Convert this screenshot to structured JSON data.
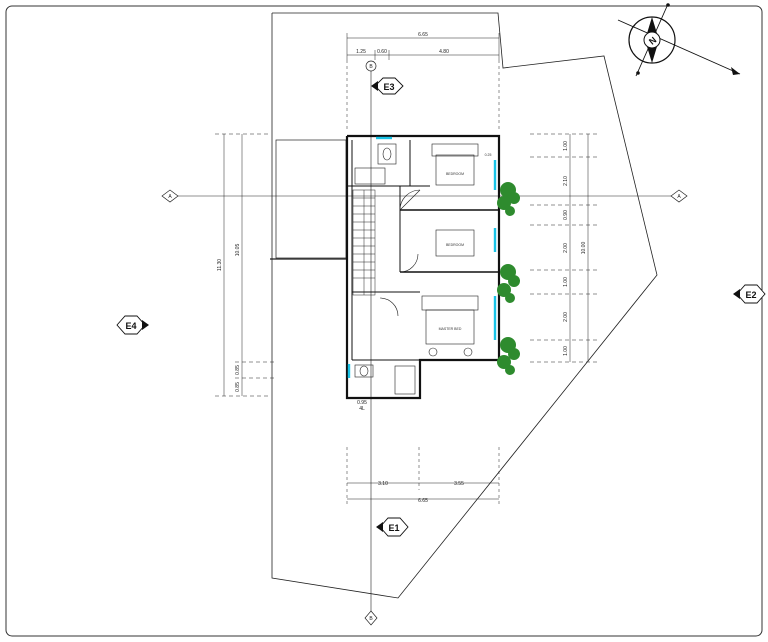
{
  "drawing": {
    "elevation_tags": {
      "e1": "E1",
      "e2": "E2",
      "e3": "E3",
      "e4": "E4"
    },
    "axis_labels": {
      "a_left": "A",
      "a_right": "A",
      "b_top": "B",
      "b_bottom": "B"
    },
    "compass_letter": "N",
    "top_dims": {
      "overall": "6.65",
      "seg1": "1.25",
      "seg2": "0.60",
      "seg3": "4.80"
    },
    "bottom_dims": {
      "seg1": "3.10",
      "seg2": "3.55",
      "overall": "6.65"
    },
    "left_dims": {
      "overall": "11.30",
      "inner": "10.05",
      "a": "0.85",
      "b": "0.85"
    },
    "right_dims": {
      "overall": "10.00",
      "d1": "1.00",
      "d2": "2.10",
      "d3": "0.90",
      "d4": "2.00",
      "d5": "1.00",
      "d6": "2.00",
      "d7": "1.00"
    },
    "room_labels": {
      "r1": "BEDROOM",
      "r2": "BEDROOM",
      "r3": "MASTER BED",
      "small": "0.25"
    },
    "misc_dims": {
      "bottom_left": "0.95",
      "level": "4L"
    },
    "colors": {
      "line": "#111111",
      "glass": "#19c3e6",
      "tree": "#2e8b2e"
    }
  }
}
